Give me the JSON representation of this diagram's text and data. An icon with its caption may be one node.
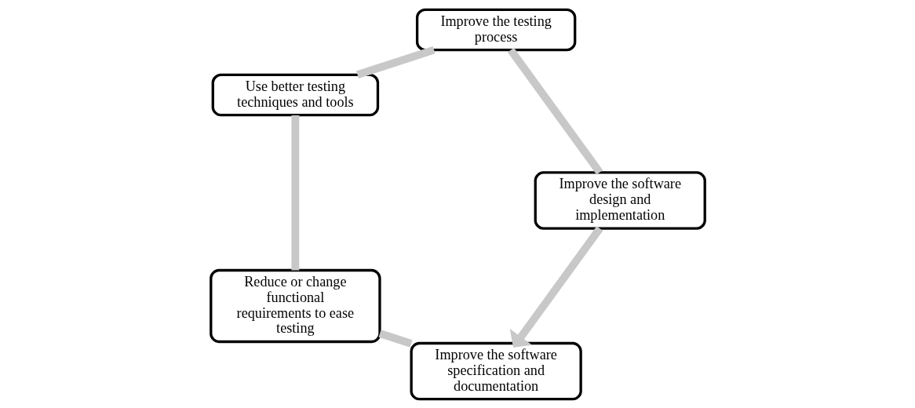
{
  "diagram": {
    "nodes": [
      {
        "text": [
          "Improve the software specification and documentation"
        ]
      },
      {
        "text": [
          "Improve the software design and implementation"
        ]
      },
      {
        "text": [
          "Reduce or change functional requirements to ease testing"
        ]
      },
      {
        "text": [
          "Improve the testing process"
        ]
      },
      {
        "text": [
          "Use better testing techniques and tools"
        ]
      }
    ],
    "edges": [
      {
        "from": 0,
        "to": 2,
        "arrow": "none"
      },
      {
        "from": 2,
        "to": 4,
        "arrow": "none"
      },
      {
        "from": 4,
        "to": 3,
        "arrow": "none"
      },
      {
        "from": 3,
        "to": 1,
        "arrow": "none"
      },
      {
        "from": 1,
        "to": 0,
        "arrow": "to"
      }
    ]
  }
}
